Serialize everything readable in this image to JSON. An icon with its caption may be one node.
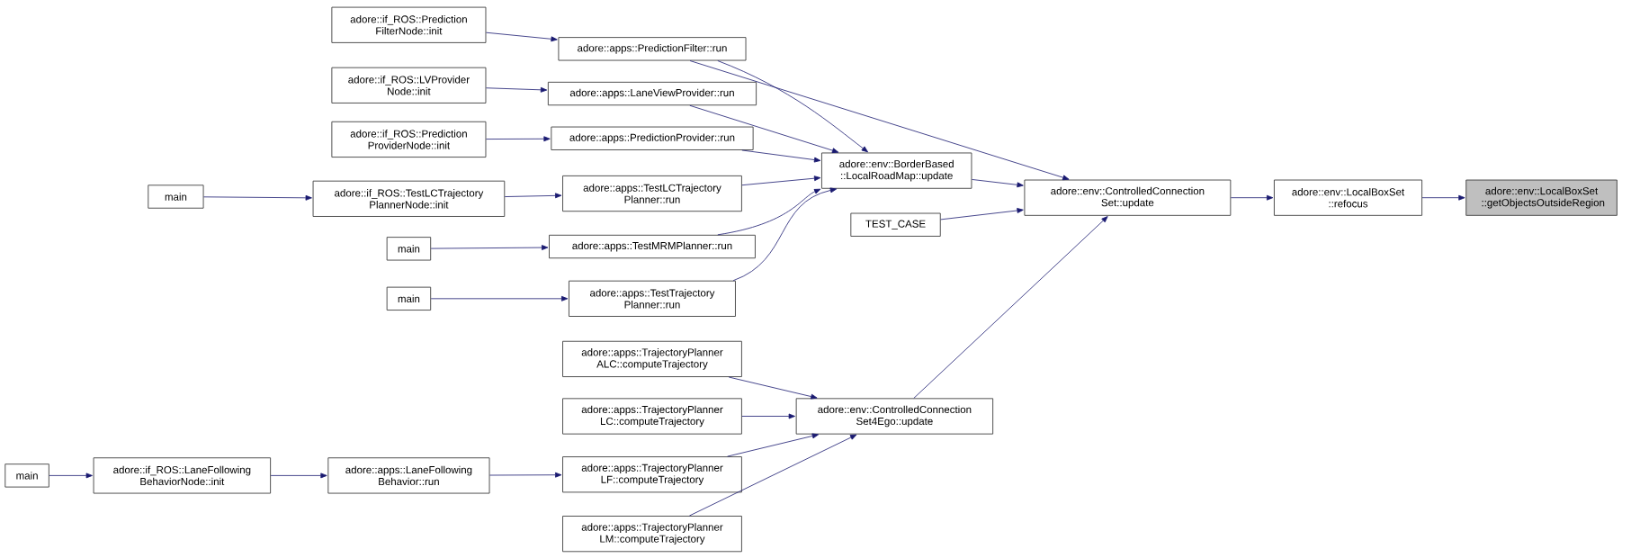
{
  "diagram": {
    "nodes": [
      {
        "text": [
          "adore::env::LocalBoxSet ::getObjectsOutsideRegion"
        ]
      },
      {
        "text": [
          "adore::env::LocalBoxSet ::refocus"
        ]
      },
      {
        "text": [
          "adore::env::ControlledConnection Set::update"
        ]
      },
      {
        "text": [
          "adore::env::BorderBased ::LocalRoadMap::update"
        ]
      },
      {
        "text": [
          "TEST_CASE"
        ]
      },
      {
        "text": [
          "adore::env::ControlledConnection Set4Ego::update"
        ]
      },
      {
        "text": [
          "adore::apps::PredictionFilter::run"
        ]
      },
      {
        "text": [
          "adore::apps::LaneViewProvider::run"
        ]
      },
      {
        "text": [
          "adore::apps::PredictionProvider::run"
        ]
      },
      {
        "text": [
          "adore::apps::TestLCTrajectory Planner::run"
        ]
      },
      {
        "text": [
          "adore::apps::TestMRMPlanner::run"
        ]
      },
      {
        "text": [
          "adore::apps::TestTrajectory Planner::run"
        ]
      },
      {
        "text": [
          "adore::if_ROS::Prediction FilterNode::init"
        ]
      },
      {
        "text": [
          "adore::if_ROS::LVProvider Node::init"
        ]
      },
      {
        "text": [
          "adore::if_ROS::Prediction ProviderNode::init"
        ]
      },
      {
        "text": [
          "adore::if_ROS::TestLCTrajectory PlannerNode::init"
        ]
      },
      {
        "text": [
          "main"
        ]
      },
      {
        "text": [
          "main"
        ]
      },
      {
        "text": [
          "main"
        ]
      },
      {
        "text": [
          "adore::apps::TrajectoryPlanner ALC::computeTrajectory"
        ]
      },
      {
        "text": [
          "adore::apps::TrajectoryPlanner LC::computeTrajectory"
        ]
      },
      {
        "text": [
          "adore::apps::TrajectoryPlanner LF::computeTrajectory"
        ]
      },
      {
        "text": [
          "adore::apps::TrajectoryPlanner LM::computeTrajectory"
        ]
      },
      {
        "text": [
          "main"
        ]
      },
      {
        "text": [
          "adore::if_ROS::LaneFollowing BehaviorNode::init"
        ]
      },
      {
        "text": [
          "adore::apps::LaneFollowing Behavior::run"
        ]
      }
    ],
    "edges": [
      {
        "from": 1,
        "to": 0,
        "arrow": "to"
      },
      {
        "from": 2,
        "to": 1,
        "arrow": "to"
      },
      {
        "from": 3,
        "to": 2,
        "arrow": "to"
      },
      {
        "from": 4,
        "to": 2,
        "arrow": "to"
      },
      {
        "from": 5,
        "to": 2,
        "arrow": "to"
      },
      {
        "from": 6,
        "to": 2,
        "arrow": "to"
      },
      {
        "from": 6,
        "to": 3,
        "arrow": "to"
      },
      {
        "from": 7,
        "to": 3,
        "arrow": "to"
      },
      {
        "from": 8,
        "to": 3,
        "arrow": "to"
      },
      {
        "from": 9,
        "to": 3,
        "arrow": "to"
      },
      {
        "from": 10,
        "to": 3,
        "arrow": "to"
      },
      {
        "from": 11,
        "to": 3,
        "arrow": "to"
      },
      {
        "from": 12,
        "to": 6,
        "arrow": "to"
      },
      {
        "from": 13,
        "to": 7,
        "arrow": "to"
      },
      {
        "from": 14,
        "to": 8,
        "arrow": "to"
      },
      {
        "from": 15,
        "to": 9,
        "arrow": "to"
      },
      {
        "from": 16,
        "to": 15,
        "arrow": "to"
      },
      {
        "from": 17,
        "to": 10,
        "arrow": "to"
      },
      {
        "from": 18,
        "to": 11,
        "arrow": "to"
      },
      {
        "from": 19,
        "to": 5,
        "arrow": "to"
      },
      {
        "from": 20,
        "to": 5,
        "arrow": "to"
      },
      {
        "from": 21,
        "to": 5,
        "arrow": "to"
      },
      {
        "from": 22,
        "to": 5,
        "arrow": "to"
      },
      {
        "from": 23,
        "to": 24,
        "arrow": "to"
      },
      {
        "from": 24,
        "to": 25,
        "arrow": "to"
      },
      {
        "from": 25,
        "to": 21,
        "arrow": "to"
      }
    ]
  }
}
